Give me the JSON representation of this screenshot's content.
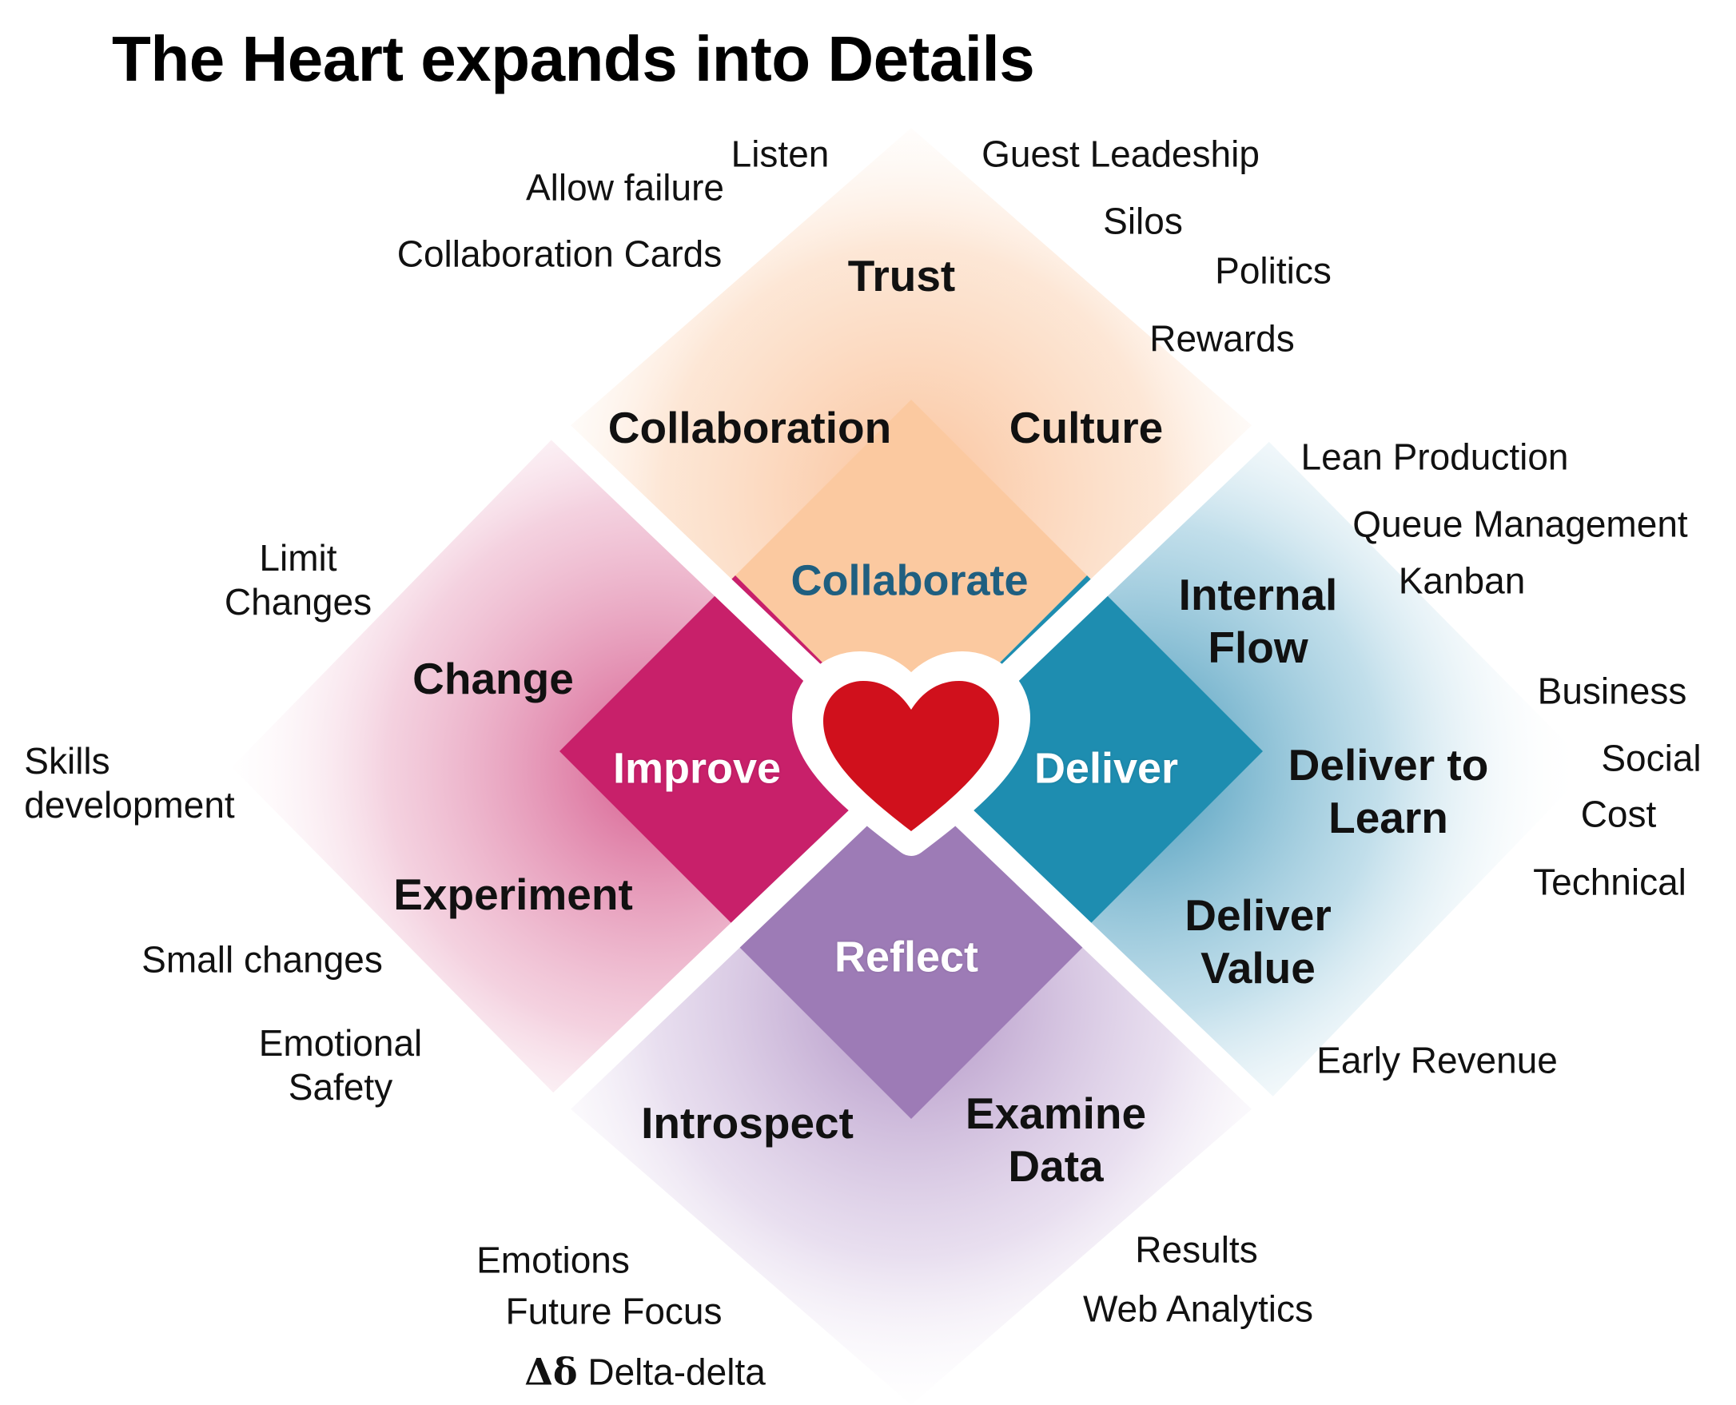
{
  "title": "The Heart expands into Details",
  "colors": {
    "collaborate": "#fbc9a0",
    "deliver": "#1e8db0",
    "reflect": "#9d7bb6",
    "improve": "#c8206a",
    "heart": "#d0101c",
    "collaborate_text": "#1f5f80"
  },
  "icons": {
    "center": "heart-icon"
  },
  "quadrants": {
    "collaborate": {
      "label": "Collaborate",
      "facets": [
        "Collaboration",
        "Culture",
        "Trust"
      ],
      "details": [
        "Listen",
        "Allow failure",
        "Collaboration Cards",
        "Guest Leadeship",
        "Silos",
        "Politics",
        "Rewards"
      ]
    },
    "deliver": {
      "label": "Deliver",
      "facets": [
        [
          "Internal",
          "Flow"
        ],
        [
          "Deliver to",
          "Learn"
        ],
        [
          "Deliver",
          "Value"
        ]
      ],
      "details": [
        "Lean Production",
        "Queue Management",
        "Kanban",
        "Business",
        "Social",
        "Cost",
        "Technical",
        "Early Revenue"
      ]
    },
    "reflect": {
      "label": "Reflect",
      "facets": [
        "Introspect",
        [
          "Examine",
          "Data"
        ]
      ],
      "details": [
        "Emotions",
        "Future Focus",
        "Delta-delta",
        "Results",
        "Web Analytics"
      ],
      "delta_symbol": "Δδ"
    },
    "improve": {
      "label": "Improve",
      "facets": [
        "Change",
        "Experiment"
      ],
      "details": [
        [
          "Limit",
          "Changes"
        ],
        [
          "Skills",
          "development"
        ],
        "Small changes",
        [
          "Emotional",
          "Safety"
        ]
      ]
    }
  }
}
